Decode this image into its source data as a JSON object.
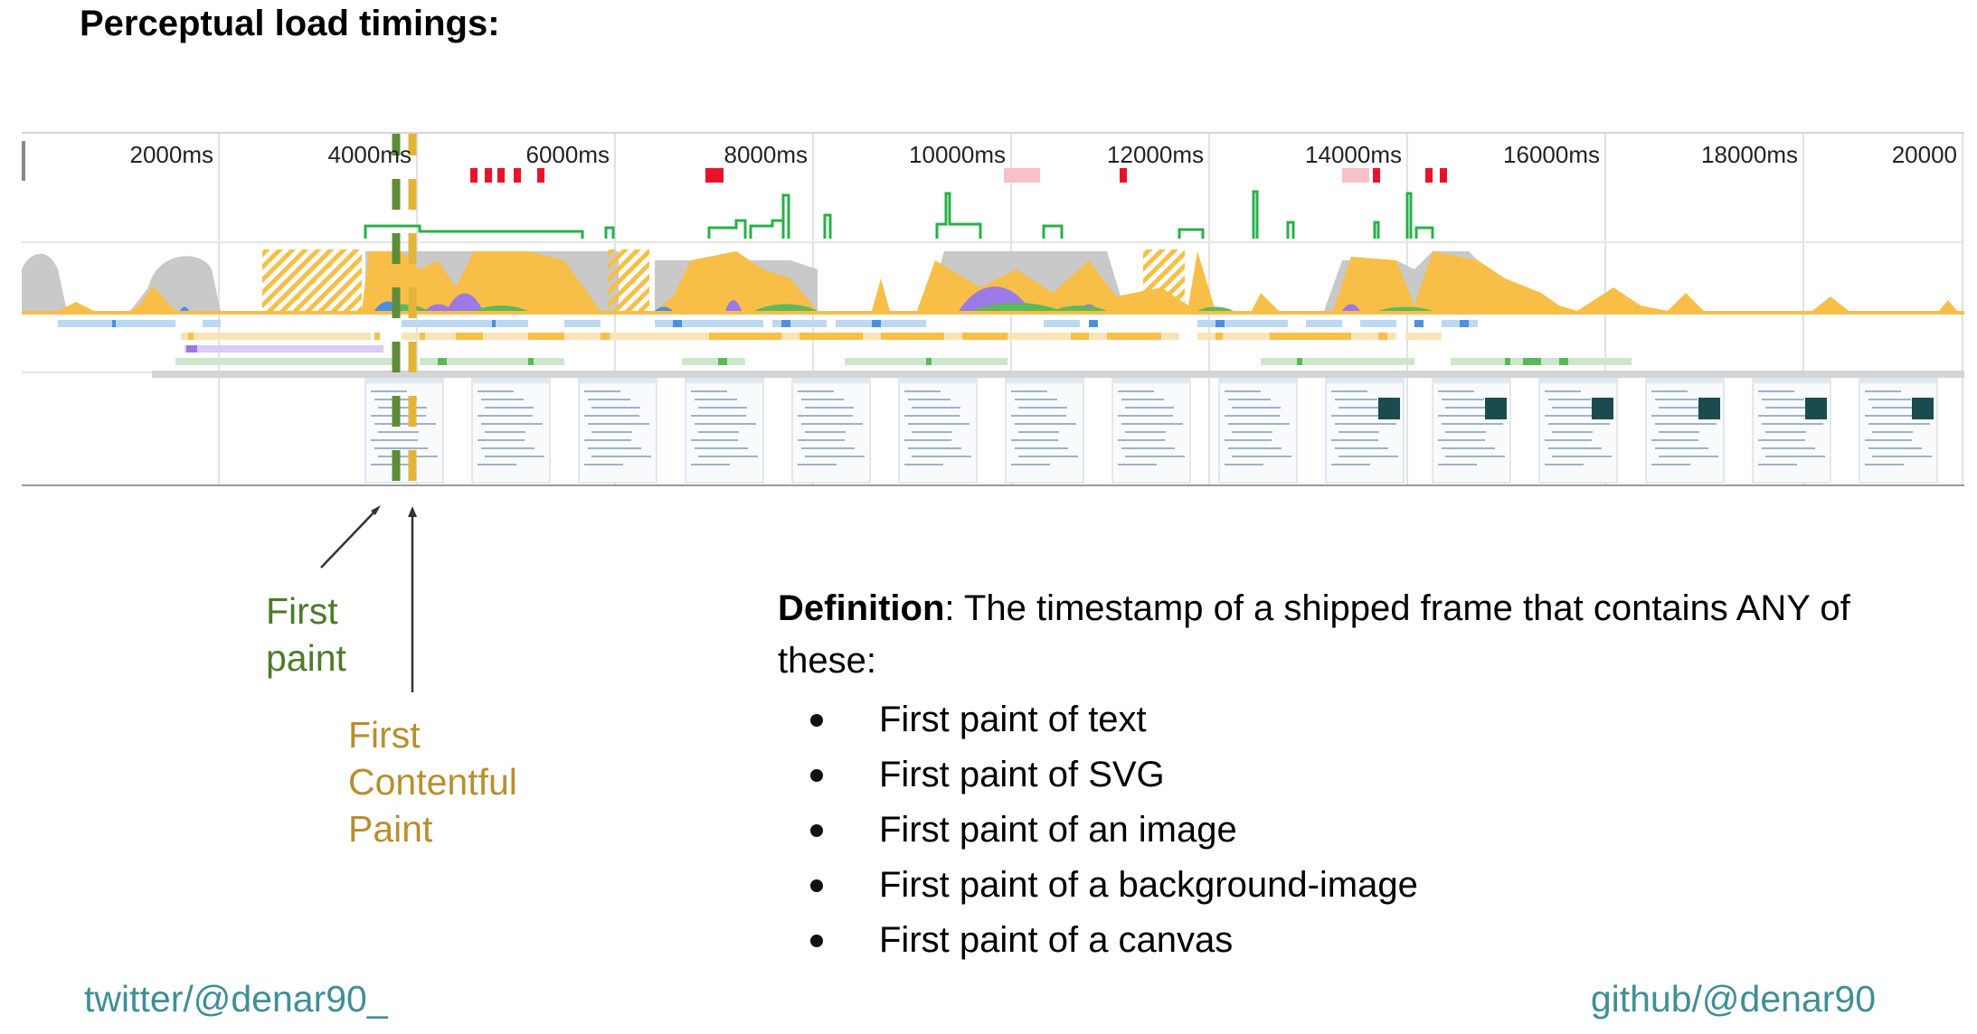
{
  "title": "Perceptual load timings:",
  "timeline": {
    "ticks": [
      "2000ms",
      "4000ms",
      "6000ms",
      "8000ms",
      "10000ms",
      "12000ms",
      "14000ms",
      "16000ms",
      "18000ms",
      "20000"
    ],
    "colors": {
      "scripting": "#f7bf47",
      "rendering": "#9b79e6",
      "painting": "#5cb85c",
      "loading": "#4a90e2",
      "other": "#c9c9c9",
      "fps": "#27b04a",
      "jank": "#e8132b",
      "first_paint": "#5e8c3a",
      "first_contentful_paint": "#e3b43a"
    }
  },
  "callouts": {
    "first_paint": [
      "First",
      "paint"
    ],
    "first_contentful_paint": [
      "First",
      "Contentful",
      "Paint"
    ]
  },
  "definition": {
    "term": "Definition",
    "text": ": The timestamp of a shipped frame that contains ANY of these:",
    "bullets": [
      "First paint of text",
      "First paint of SVG",
      "First paint of an image",
      "First paint of a background-image",
      "First paint of a canvas"
    ]
  },
  "footer": {
    "twitter": "twitter/@denar90_",
    "github": "github/@denar90"
  }
}
